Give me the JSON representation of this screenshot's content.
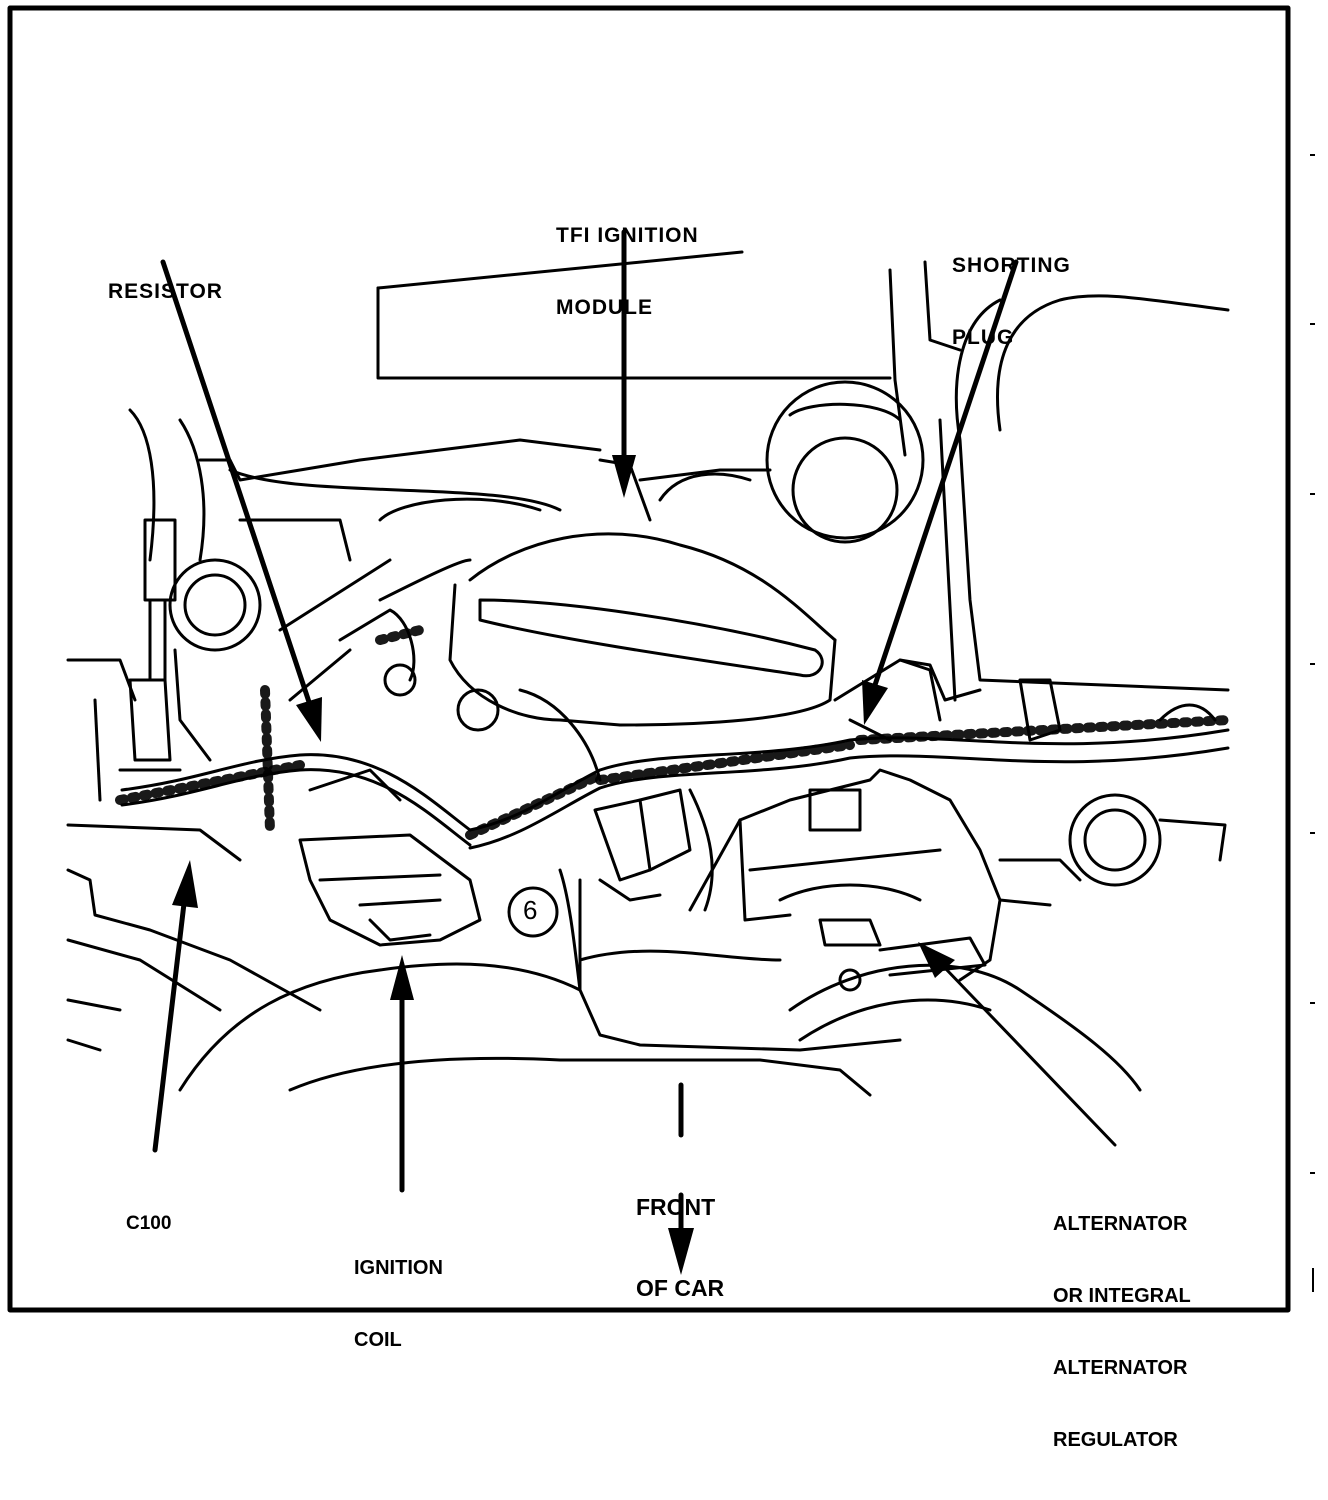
{
  "diagram": {
    "labels": {
      "tfi_module": [
        "TFI IGNITION",
        "MODULE"
      ],
      "shorting_plug": [
        "SHORTING",
        "PLUG"
      ],
      "resistor": [
        "RESISTOR"
      ],
      "c100": [
        "C100"
      ],
      "ignition_coil": [
        "IGNITION",
        "COIL"
      ],
      "front_of_car": [
        "FRONT",
        "OF CAR"
      ],
      "alternator": [
        "ALTERNATOR",
        "OR INTEGRAL",
        "ALTERNATOR",
        "REGULATOR"
      ],
      "callout_number": "6"
    },
    "colors": {
      "ink": "#000000",
      "paper": "#ffffff"
    }
  }
}
